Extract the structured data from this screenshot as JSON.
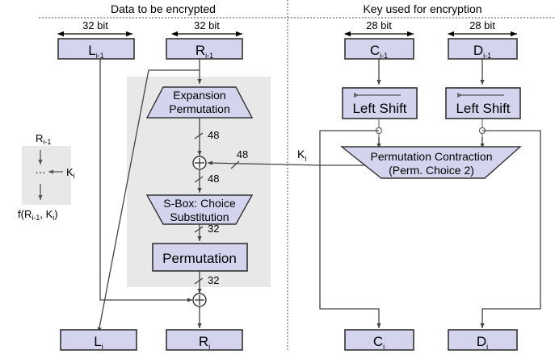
{
  "diagram": {
    "title_left": "Data to be encrypted",
    "title_right": "Key used for encryption",
    "colors": {
      "box_fill": "#d4d4ee",
      "box_stroke": "#333333",
      "group_bg": "#e8e8e8",
      "line": "#444444",
      "divider": "#555555"
    }
  },
  "widths": {
    "left_data": "32 bit",
    "right_data": "32 bit",
    "left_key": "28 bit",
    "right_key": "28 bit"
  },
  "inputs": {
    "l_prev": "L",
    "l_prev_sub": "i-1",
    "r_prev": "R",
    "r_prev_sub": "i-1",
    "c_prev": "C",
    "c_prev_sub": "i-1",
    "d_prev": "D",
    "d_prev_sub": "i-1"
  },
  "outputs": {
    "l_next": "L",
    "l_next_sub": "i",
    "r_next": "R",
    "r_next_sub": "i",
    "c_next": "C",
    "c_next_sub": "i",
    "d_next": "D",
    "d_next_sub": "i"
  },
  "blocks": {
    "expansion_line1": "Expansion",
    "expansion_line2": "Permutation",
    "sbox_line1": "S-Box: Choice",
    "sbox_line2": "Substitution",
    "permutation": "Permutation",
    "left_shift_1": "Left Shift",
    "left_shift_2": "Left Shift",
    "perm_contraction_line1": "Permutation Contraction",
    "perm_contraction_line2": "(Perm. Choice 2)"
  },
  "bitlabels": {
    "expansion_out": "48",
    "key_in": "48",
    "xor_out": "48",
    "sbox_out": "32",
    "perm_out": "32"
  },
  "keylabel": {
    "k": "K",
    "k_sub": "i"
  },
  "legend": {
    "top": "R",
    "top_sub": "i-1",
    "dots": "···",
    "key": "K",
    "key_sub": "i",
    "bottom_prefix": "f(R",
    "bottom_sub1": "i-1",
    "bottom_mid": ", K",
    "bottom_sub2": "i",
    "bottom_suffix": ")"
  }
}
